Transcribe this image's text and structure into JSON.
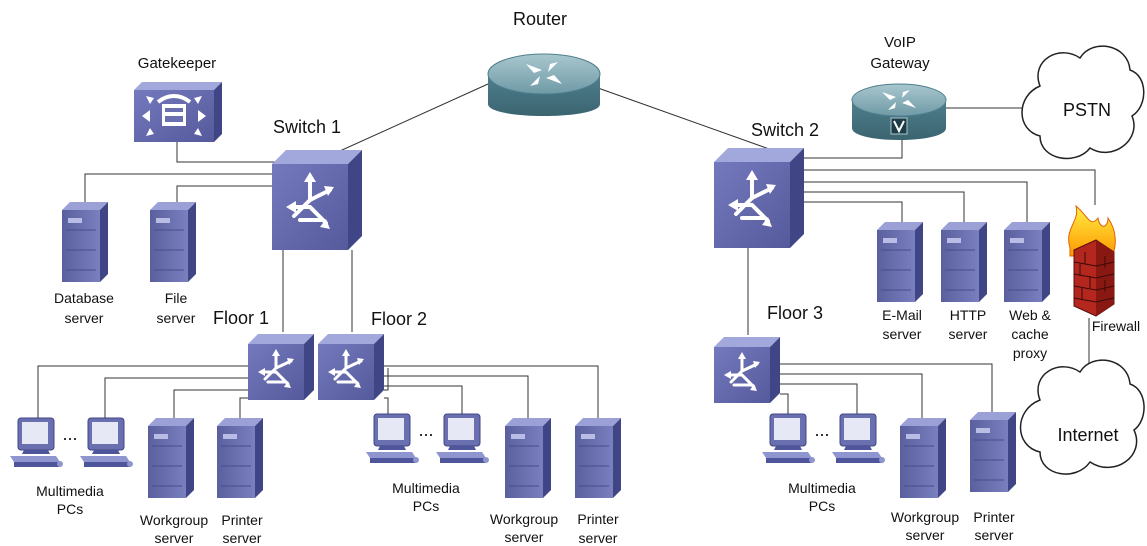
{
  "nodes": {
    "router": "Router",
    "gatekeeper": "Gatekeeper",
    "voip_gateway": [
      "VoIP",
      "Gateway"
    ],
    "switch1": "Switch 1",
    "switch2": "Switch 2",
    "floor1": "Floor 1",
    "floor2": "Floor 2",
    "floor3": "Floor 3",
    "pstn": "PSTN",
    "internet": "Internet",
    "firewall": "Firewall",
    "database_server": [
      "Database",
      "server"
    ],
    "file_server": [
      "File",
      "server"
    ],
    "email_server": [
      "E-Mail",
      "server"
    ],
    "http_server": [
      "HTTP",
      "server"
    ],
    "web_cache_proxy": [
      "Web &",
      "cache",
      "proxy"
    ],
    "multimedia_pcs": [
      "Multimedia",
      "PCs"
    ],
    "workgroup_server": [
      "Workgroup",
      "server"
    ],
    "printer_server": [
      "Printer",
      "server"
    ],
    "ellipsis": "..."
  },
  "colors": {
    "device_blue": "#6a6fb0",
    "device_light": "#8f95cf",
    "device_dark": "#444a8a",
    "router_teal": "#5d8f9e",
    "firewall_red": "#b3271f",
    "line": "#333333"
  }
}
